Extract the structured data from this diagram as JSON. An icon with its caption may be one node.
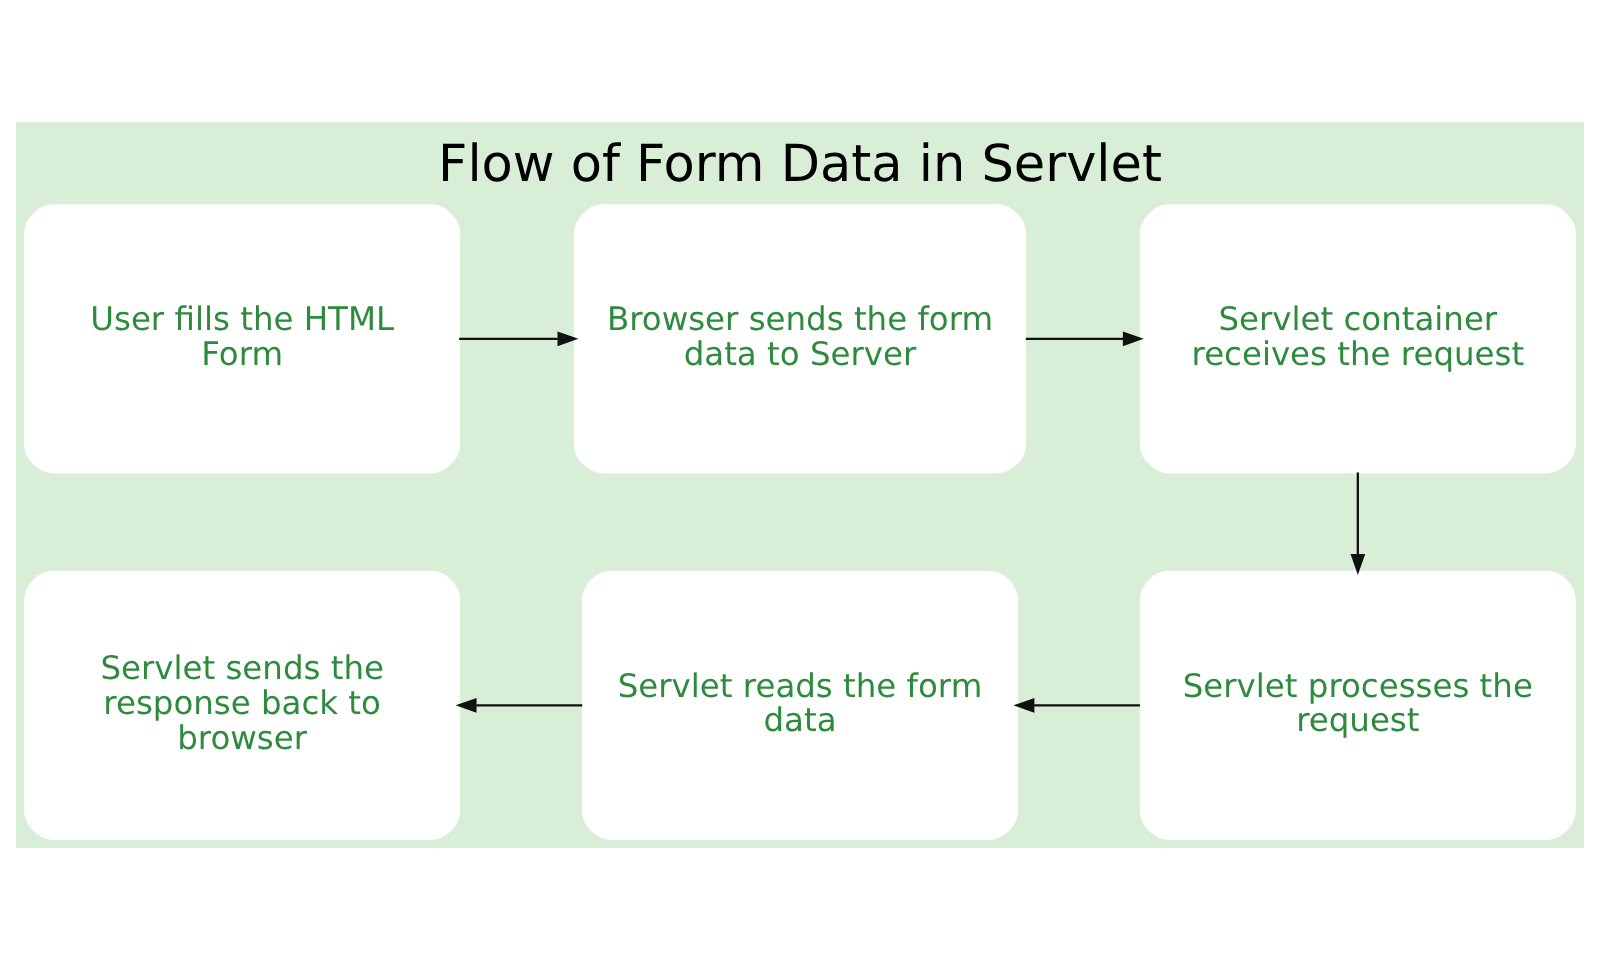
{
  "diagram": {
    "title": "Flow of Form Data in Servlet",
    "nodes": [
      {
        "text": [
          "User fills the HTML Form"
        ]
      },
      {
        "text": [
          "Browser sends the form data to Server"
        ]
      },
      {
        "text": [
          "Servlet container receives the request"
        ]
      },
      {
        "text": [
          "Servlet processes the request"
        ]
      },
      {
        "text": [
          "Servlet reads the form data"
        ]
      },
      {
        "text": [
          "Servlet sends the response back to browser"
        ]
      }
    ],
    "edges": [
      {
        "from": 0,
        "to": 1,
        "arrow": "to"
      },
      {
        "from": 1,
        "to": 2,
        "arrow": "to"
      },
      {
        "from": 2,
        "to": 3,
        "arrow": "to"
      },
      {
        "from": 3,
        "to": 4,
        "arrow": "to"
      },
      {
        "from": 4,
        "to": 5,
        "arrow": "to"
      }
    ]
  }
}
